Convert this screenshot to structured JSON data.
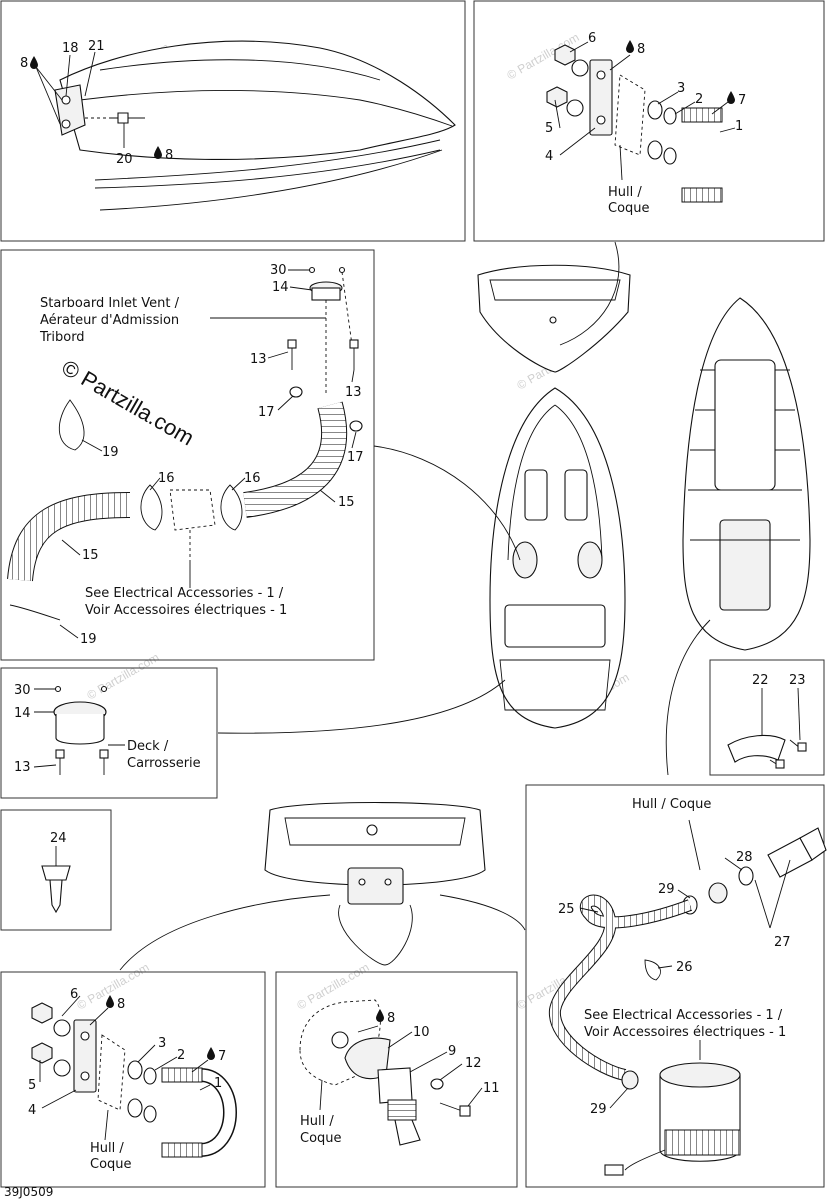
{
  "diagram_code": "39J0509",
  "watermark": "© Partzilla.com",
  "copyright_text": "© Partzilla.com",
  "labels": {
    "hull_coque": [
      "Hull /",
      "Coque"
    ],
    "hull_coque_inline": "Hull / Coque",
    "deck_carrosserie": [
      "Deck /",
      "Carrosserie"
    ],
    "starboard_vent": [
      "Starboard Inlet Vent /",
      "Aérateur d'Admission",
      "Tribord"
    ],
    "see_electrical": [
      "See Electrical Accessories - 1 /",
      "Voir Accessoires électriques - 1"
    ]
  },
  "callouts": {
    "bow": [
      "8",
      "18",
      "21",
      "20",
      "8"
    ],
    "eye_top": [
      "6",
      "8",
      "3",
      "2",
      "7",
      "5",
      "1",
      "4"
    ],
    "vent": [
      "30",
      "14",
      "13",
      "13",
      "17",
      "17",
      "19",
      "16",
      "16",
      "15",
      "15",
      "19"
    ],
    "deck_vent": [
      "30",
      "14",
      "13"
    ],
    "clip": [
      "22",
      "23"
    ],
    "fastener": [
      "24"
    ],
    "bilge": [
      "28",
      "29",
      "25",
      "27",
      "26",
      "29"
    ],
    "eye_bottom": [
      "6",
      "8",
      "3",
      "2",
      "7",
      "5",
      "1",
      "4"
    ],
    "drain": [
      "8",
      "10",
      "9",
      "12",
      "11"
    ]
  },
  "icons": [
    "sealant-drop-icon"
  ]
}
